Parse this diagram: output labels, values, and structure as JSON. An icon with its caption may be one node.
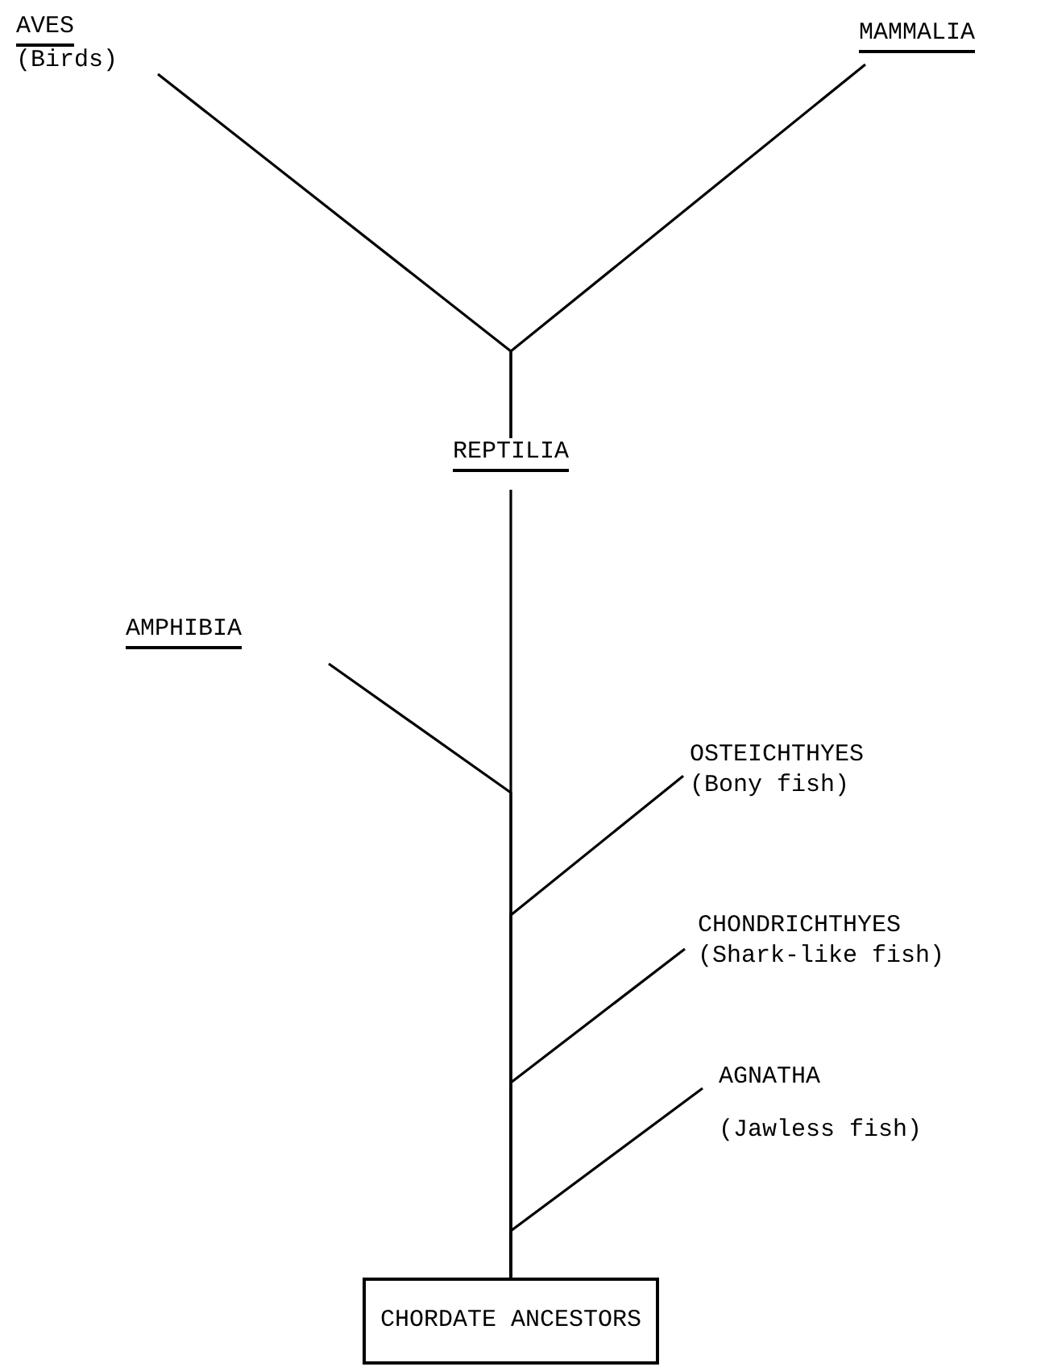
{
  "diagram": {
    "nodes": [
      {
        "text": [
          "AVES",
          "(Birds)"
        ]
      },
      {
        "text": [
          "MAMMALIA"
        ]
      },
      {
        "text": [
          "REPTILIA"
        ]
      },
      {
        "text": [
          "AMPHIBIA"
        ]
      },
      {
        "text": [
          "OSTEICHTHYES",
          "(Bony fish)"
        ]
      },
      {
        "text": [
          "CHONDRICHTHYES",
          "(Shark-like fish)"
        ]
      },
      {
        "text": [
          "AGNATHA",
          "(Jawless fish)"
        ]
      },
      {
        "text": [
          "CHORDATE ANCESTORS"
        ]
      }
    ],
    "edges": [
      {
        "from": 2,
        "to": 0,
        "arrow": "none"
      },
      {
        "from": 2,
        "to": 1,
        "arrow": "none"
      },
      {
        "from": 7,
        "to": 2,
        "arrow": "none"
      },
      {
        "from": 7,
        "to": 3,
        "arrow": "none"
      },
      {
        "from": 7,
        "to": 4,
        "arrow": "none"
      },
      {
        "from": 7,
        "to": 5,
        "arrow": "none"
      },
      {
        "from": 7,
        "to": 6,
        "arrow": "none"
      }
    ]
  }
}
